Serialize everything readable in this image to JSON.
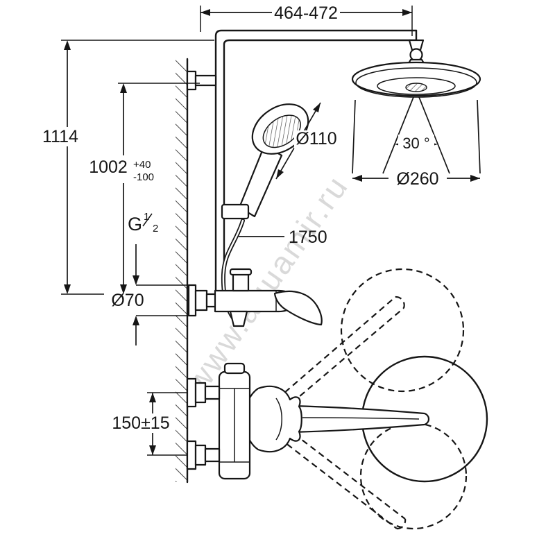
{
  "dims": {
    "width_top": "464-472",
    "total_height": "1114",
    "riser_height": "1002",
    "riser_tol_plus": "+40",
    "riser_tol_minus": "-100",
    "escutcheon_diameter": "Ø70",
    "hand_shower_diameter": "Ø110",
    "hose_length": "1750",
    "spray_angle": "30 °",
    "head_shower_diameter": "Ø260",
    "outlet_spacing": "150±15"
  },
  "thread": {
    "g": "G",
    "num": "1",
    "den": "2"
  },
  "watermark": {
    "text": "www.aquamir.ru"
  },
  "colors": {
    "line": "#161616",
    "watermark": "#c6c6c6",
    "background": "#ffffff"
  }
}
